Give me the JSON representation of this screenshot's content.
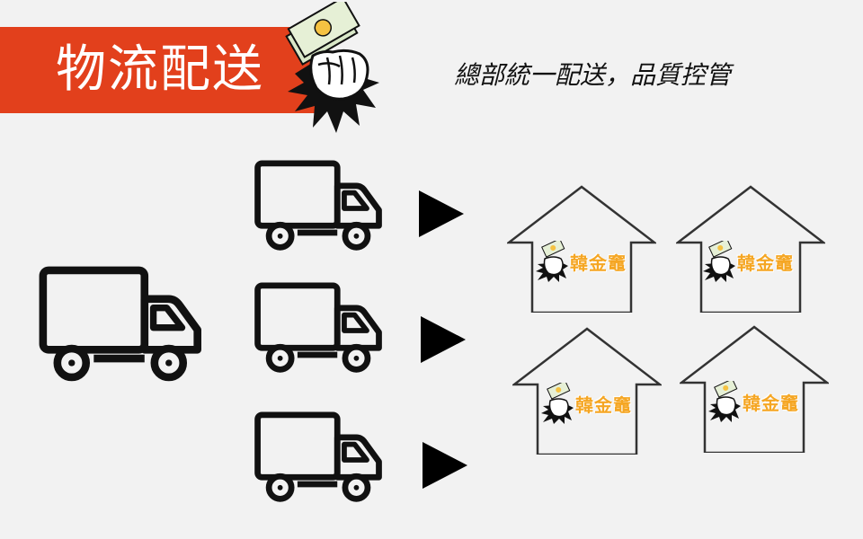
{
  "title": "物流配送",
  "subtitle": "總部統一配送，品質控管",
  "store_logo_text": "韓金竈",
  "colors": {
    "banner": "#e2401c",
    "logo": "#f5a623",
    "stroke": "#111111"
  },
  "icons": {
    "header": "fist-money-icon",
    "central_truck": "truck-icon",
    "branch_trucks": "truck-icon",
    "arrows": "play-arrow-icon",
    "stores": "house-icon"
  }
}
